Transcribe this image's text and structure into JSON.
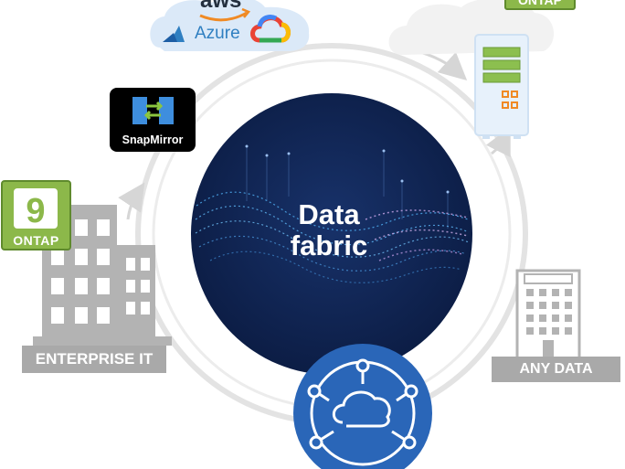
{
  "center": {
    "line1": "Data",
    "line2": "fabric"
  },
  "labels": {
    "enterprise": "ENTERPRISE IT",
    "any_data": "ANY DATA",
    "snapmirror": "SnapMirror",
    "ontap_badge_number": "9",
    "ontap_badge_text": "ONTAP",
    "ontap_top": "ONTAP"
  },
  "cloud_providers": {
    "aws": "aws",
    "azure": "Azure"
  },
  "colors": {
    "navy": "#0f2350",
    "ring": "#e2e2e2",
    "building": "#b3b3b3",
    "ontap_green": "#8cb84a",
    "server_green": "#8cbf4f",
    "server_orange": "#f08a24",
    "hub_blue": "#2a66b8"
  }
}
